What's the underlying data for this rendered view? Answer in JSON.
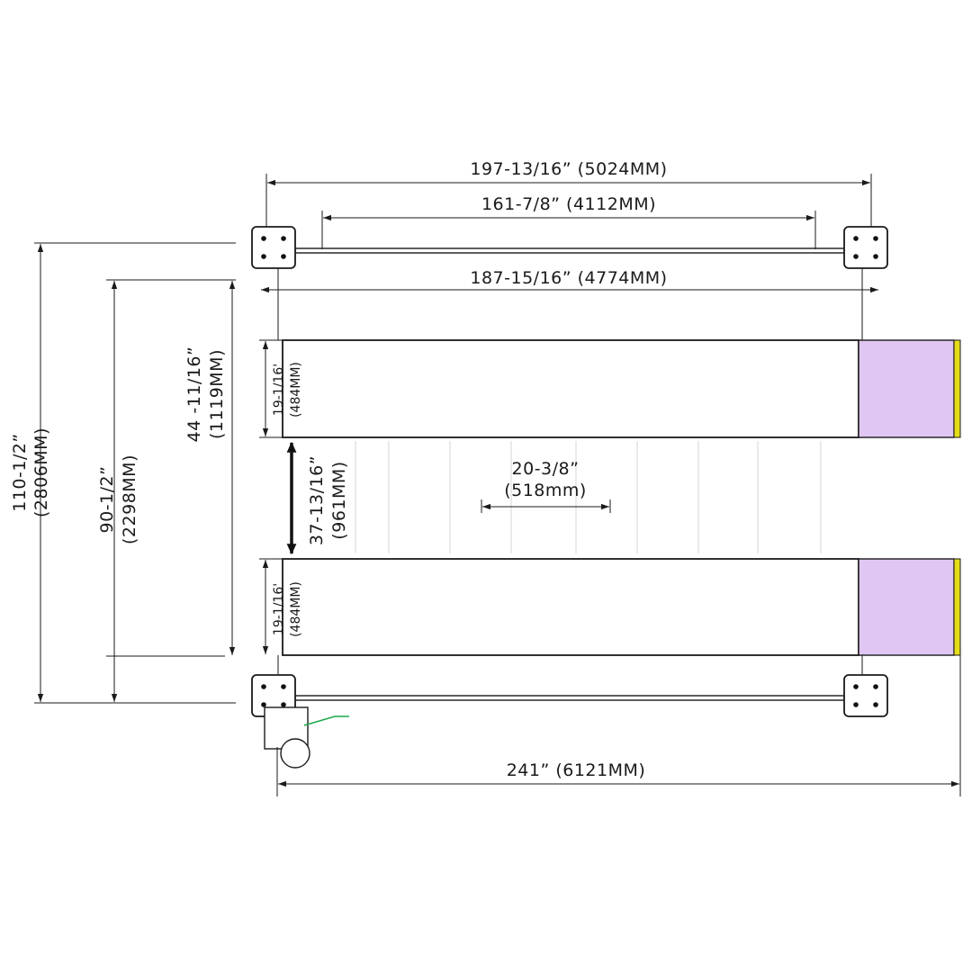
{
  "colors": {
    "line": "#1a1a1a",
    "runway_fill": "#ffffff",
    "ramp_fill": "#e0c6f2",
    "ramp_edge": "#e4dc1a",
    "guide": "#d6d6d6",
    "air_line": "#1aa84a"
  },
  "dimensions": {
    "overall_post_width": "197-13/16” (5024MM)",
    "inner_post_width": "161-7/8” (4112MM)",
    "runway_width_between_posts": "187-15/16” (4774MM)",
    "overall_length": "241” (6121MM)",
    "overall_outside": {
      "inch": "110-1/2”",
      "mm": "(2806MM)"
    },
    "post_center": {
      "inch": "90-1/2”",
      "mm": "(2298MM)"
    },
    "runways_outer": {
      "inch": "44 -11/16”",
      "mm": "(1119MM)"
    },
    "runway_gap": {
      "inch": "37-13/16”",
      "mm": "(961MM)"
    },
    "runway_top_width": {
      "inch": "19-1/16'",
      "mm": "(484MM)"
    },
    "runway_bottom_width": {
      "inch": "19-1/16'",
      "mm": "(484MM)"
    },
    "drip_tray": {
      "inch": "20-3/8”",
      "mm": "(518mm)"
    }
  }
}
